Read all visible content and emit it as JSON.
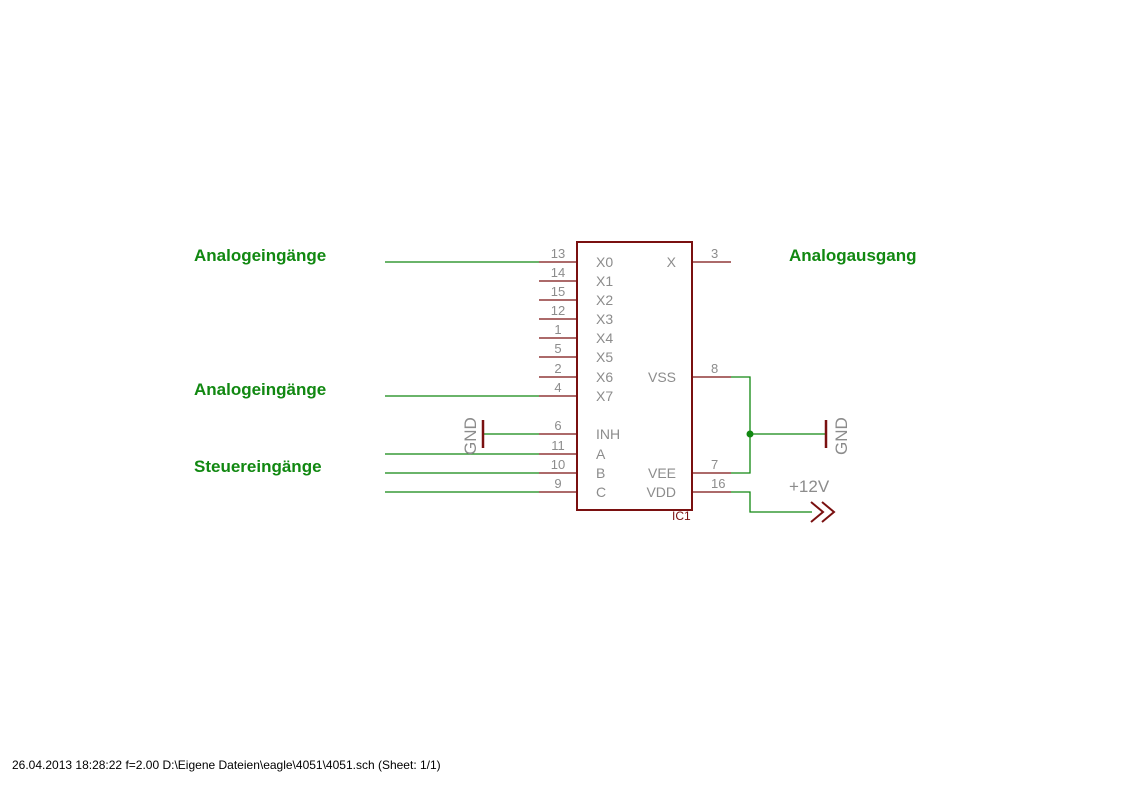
{
  "colors": {
    "wire": "#118811",
    "component": "#7a1010",
    "pin_text": "#8c8c8c",
    "net_label": "#118811"
  },
  "labels": {
    "analog_inputs_top": "Analogeingänge",
    "analog_inputs_bottom": "Analogeingänge",
    "control_inputs": "Steuereingänge",
    "analog_output": "Analogausgang"
  },
  "ic": {
    "name": "IC1",
    "left_pins": [
      {
        "num": "13",
        "name": "X0"
      },
      {
        "num": "14",
        "name": "X1"
      },
      {
        "num": "15",
        "name": "X2"
      },
      {
        "num": "12",
        "name": "X3"
      },
      {
        "num": "1",
        "name": "X4"
      },
      {
        "num": "5",
        "name": "X5"
      },
      {
        "num": "2",
        "name": "X6"
      },
      {
        "num": "4",
        "name": "X7"
      },
      {
        "num": "6",
        "name": "INH"
      },
      {
        "num": "11",
        "name": "A"
      },
      {
        "num": "10",
        "name": "B"
      },
      {
        "num": "9",
        "name": "C"
      }
    ],
    "right_pins": [
      {
        "num": "3",
        "name": "X"
      },
      {
        "num": "8",
        "name": "VSS"
      },
      {
        "num": "7",
        "name": "VEE"
      },
      {
        "num": "16",
        "name": "VDD"
      }
    ]
  },
  "supplies": {
    "gnd_left": "GND",
    "gnd_right": "GND",
    "vplus": "+12V"
  },
  "footer": "26.04.2013 18:28:22  f=2.00  D:\\Eigene Dateien\\eagle\\4051\\4051.sch (Sheet: 1/1)"
}
